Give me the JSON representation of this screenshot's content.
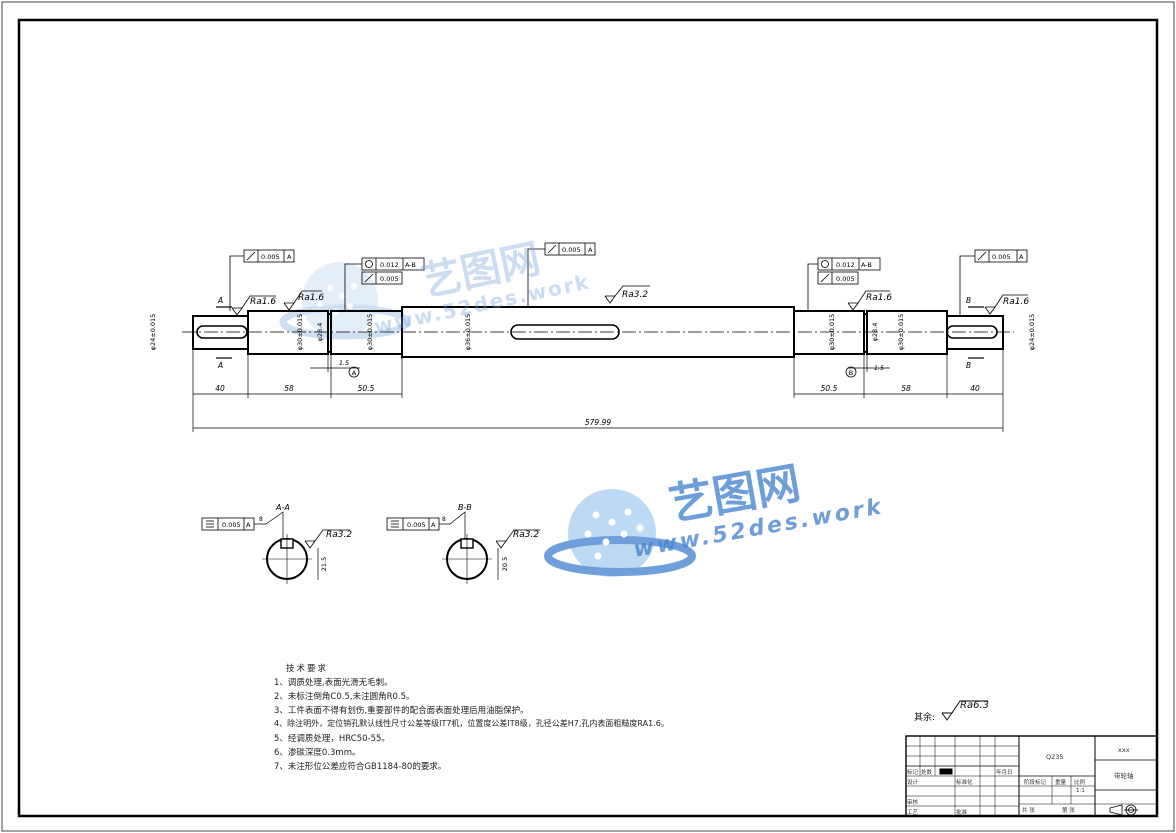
{
  "drawing": {
    "diameters": {
      "d1": "φ24±0.015",
      "d2": "φ30±0.015",
      "d3": "φ28.4",
      "d4": "φ30±0.015",
      "d5": "φ36±0.015",
      "d6": "φ30±0.015",
      "d7": "φ28.4",
      "d8": "φ30±0.015",
      "d9": "φ24±0.015"
    },
    "dims": {
      "a": "40",
      "b": "58",
      "c": "50.5",
      "d": "50.5",
      "e": "58",
      "f": "40",
      "total": "579.99",
      "g1": "1.5",
      "g2": "1.5"
    },
    "roughness": {
      "r1": "Ra1.6",
      "r2": "Ra1.6",
      "r3": "Ra3.2",
      "r4": "Ra1.6",
      "r5": "Ra1.6",
      "r6": "Ra3.2",
      "r7": "Ra3.2"
    },
    "tolerance": {
      "t1": "0.005",
      "t2": "0.012",
      "t2b": "A-B",
      "t3": "0.005",
      "t4": "0.005",
      "t5": "0.012",
      "t5b": "A-B",
      "t6": "0.005",
      "t7": "0.005",
      "t8": "0.005",
      "t9": "0.005",
      "datumA": "A",
      "datumB": "B"
    },
    "section_labels": {
      "aa": "A-A",
      "bb": "B-B",
      "aa_dim": "21.5",
      "bb_dim": "20.5",
      "key_tol_a": "8",
      "key_tol_b": "8"
    },
    "section_marks": {
      "a_top": "A",
      "a_bottom": "A",
      "b_top": "B",
      "b_bottom": "B"
    }
  },
  "notes": {
    "title": "技术要求",
    "lines": [
      "1、调质处理,表面光滑无毛刺。",
      "2、未标注倒角C0.5,未注圆角R0.5。",
      "3、工件表面不得有划伤,重要部件的配合面表面处理后用油脂保护。",
      "4、除注明外，定位销孔默认线性尺寸公差等级IT7机，位置度公差IT8级，孔径公差H7,孔内表面粗糙度RA1.6。",
      "5、经调质处理，HRC50-55。",
      "6、渗碳深度0.3mm。",
      "7、未注形位公差应符合GB1184-80的要求。"
    ]
  },
  "rest": {
    "label": "其余:",
    "value": "Ra6.3"
  },
  "title_block": {
    "material": "Q235",
    "company": "xxx",
    "part_name": "带轮轴",
    "scale": "1:1",
    "scale_label": "比例",
    "weight_label": "重量",
    "stage_label": "阶段标记",
    "sheet_label": "共  张",
    "sheet_label2": "第  张",
    "design_label": "设计",
    "review_label": "审核",
    "process_label": "工艺",
    "approve_label": "批准",
    "std_label": "标准化",
    "mark_label": "标记",
    "count_label": "处数",
    "date_label": "年月日"
  },
  "watermark": {
    "brand": "艺图网",
    "url": "www.52des.work"
  }
}
